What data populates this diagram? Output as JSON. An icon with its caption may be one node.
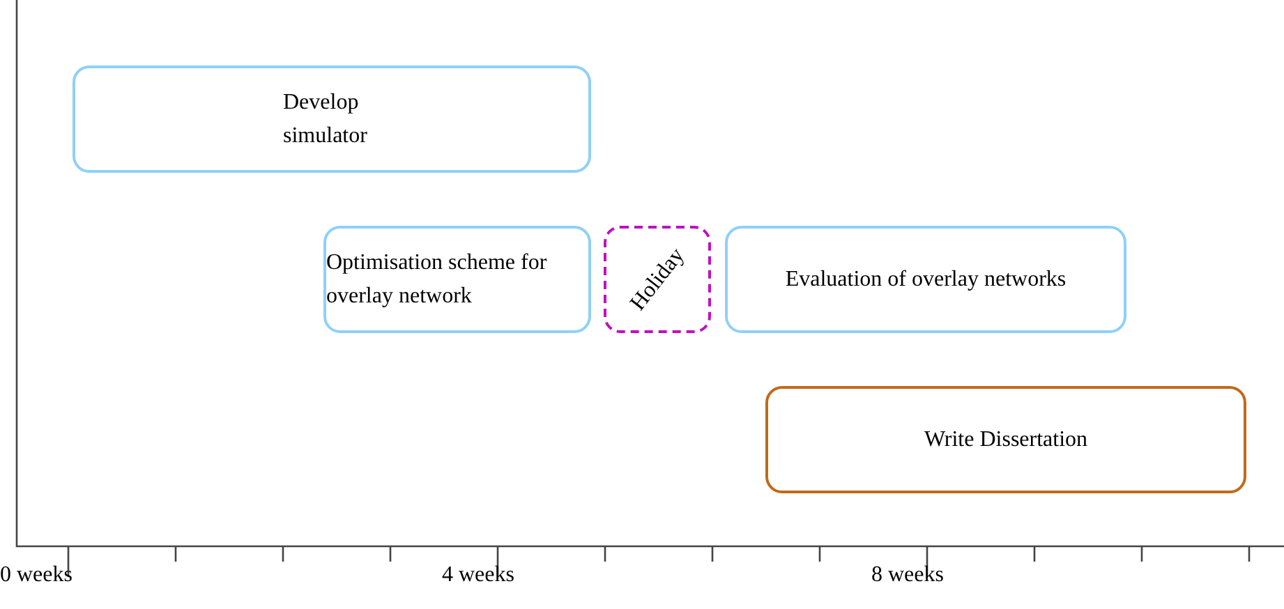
{
  "diagram": {
    "nodes": [
      {
        "text": [
          "Develop simulator"
        ]
      },
      {
        "text": [
          "Optimisation scheme for overlay network"
        ]
      },
      {
        "text": [
          "Holiday"
        ]
      },
      {
        "text": [
          "Evaluation of overlay networks"
        ]
      },
      {
        "text": [
          "Write Dissertation"
        ]
      }
    ],
    "labels": [
      "0 weeks",
      "4 weeks",
      "8 weeks"
    ]
  }
}
